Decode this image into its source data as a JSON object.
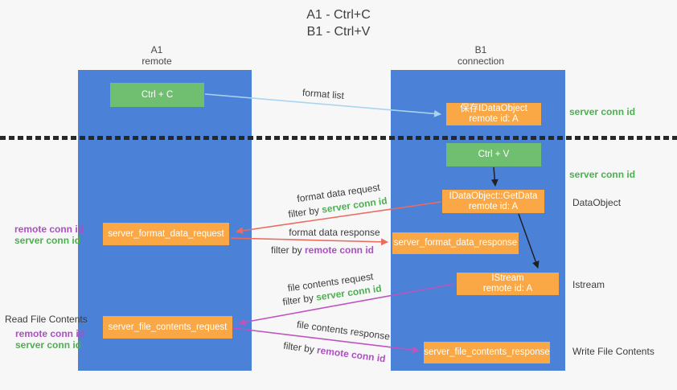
{
  "title": {
    "line1": "A1 - Ctrl+C",
    "line2": "B1 - Ctrl+V"
  },
  "columns": {
    "left": {
      "name": "A1",
      "role": "remote"
    },
    "right": {
      "name": "B1",
      "role": "connection"
    }
  },
  "nodes": {
    "ctrl_c": {
      "label": "Ctrl + C"
    },
    "ctrl_v": {
      "label": "Ctrl + V"
    },
    "save_dataobject": {
      "line1": "保存IDataObject",
      "line2": "remote id: A"
    },
    "getdata": {
      "line1": "IDataObject::GetData",
      "line2": "remote id: A"
    },
    "istream": {
      "line1": "IStream",
      "line2": "remote id: A"
    },
    "format_request": {
      "label": "server_format_data_request"
    },
    "format_response": {
      "label": "server_format_data_response"
    },
    "file_request": {
      "label": "server_file_contents_request"
    },
    "file_response": {
      "label": "server_file_contents_response"
    }
  },
  "terms": {
    "server_conn_id": "server conn id",
    "remote_conn_id": "remote conn id",
    "filter_by": "filter by "
  },
  "arrow_labels": {
    "format_list": "format list",
    "format_data_request": "format data request",
    "format_data_response": "format data response",
    "file_contents_request": "file contents request",
    "file_contents_response": "file contents response"
  },
  "side_labels": {
    "dataobject": "DataObject",
    "istream": "Istream",
    "read_file_contents": "Read File Contents",
    "write_file_contents": "Write File Contents"
  },
  "colors": {
    "background": "#f7f7f7",
    "column_blue": "#4b81d6",
    "box_green": "#70bf71",
    "box_orange": "#f9a845",
    "arrow_red": "#ec6a5e",
    "arrow_magenta": "#bf54bf",
    "arrow_lightblue": "#a8d4ee",
    "arrow_black": "#212121",
    "text_dark": "#3c3c3c",
    "text_green": "#4caf50",
    "text_purple": "#ad4fc2"
  }
}
